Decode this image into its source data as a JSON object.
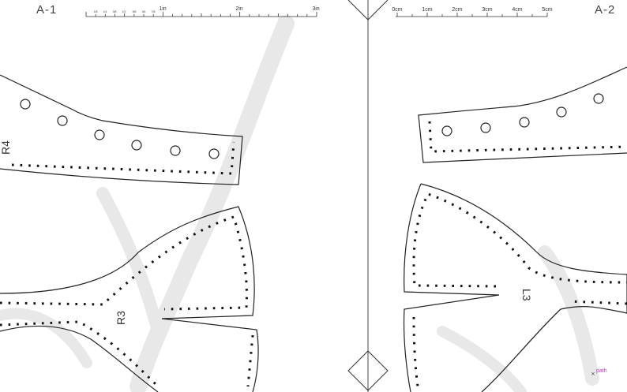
{
  "pages": {
    "left": {
      "label": "A-1"
    },
    "right": {
      "label": "A-2"
    }
  },
  "ruler_in": {
    "major": [
      "1in",
      "2in",
      "3in"
    ],
    "fractions": [
      "1/8",
      "1/4",
      "3/8",
      "1/2",
      "5/8",
      "3/4",
      "7/8"
    ]
  },
  "ruler_cm": {
    "ticks": [
      "0cm",
      "1cm",
      "2cm",
      "3cm",
      "4cm",
      "5cm"
    ]
  },
  "pieces": {
    "r4": "R4",
    "r3": "R3",
    "l3": "L3"
  },
  "marker": {
    "symbol": "×",
    "text": "path"
  },
  "colors": {
    "marker": "#c03cc8",
    "watermark": "#e6e6e6"
  }
}
